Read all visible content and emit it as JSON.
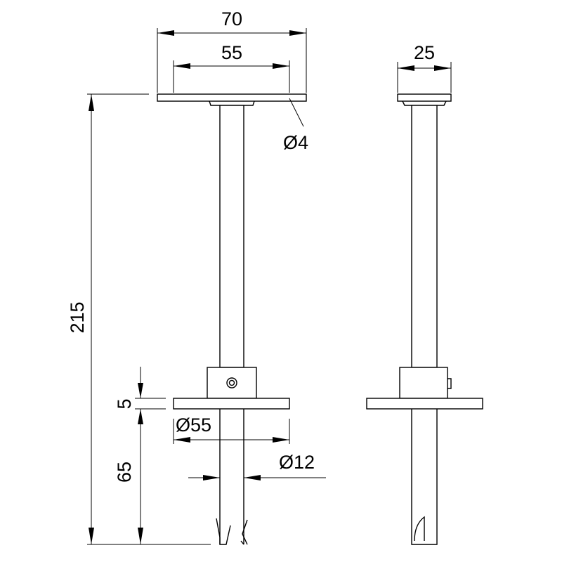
{
  "drawing": {
    "front_view": {
      "dim_top_plate_width": "70",
      "dim_hole_spacing": "55",
      "dim_hole_diameter": "Ø4",
      "dim_overall_height": "215",
      "dim_flange_thickness": "5",
      "dim_flange_diameter": "Ø55",
      "dim_tube_diameter": "Ø12",
      "dim_tube_projection": "65"
    },
    "side_view": {
      "dim_plate_depth": "25"
    }
  },
  "colors": {
    "line": "#000000",
    "background": "#ffffff"
  }
}
